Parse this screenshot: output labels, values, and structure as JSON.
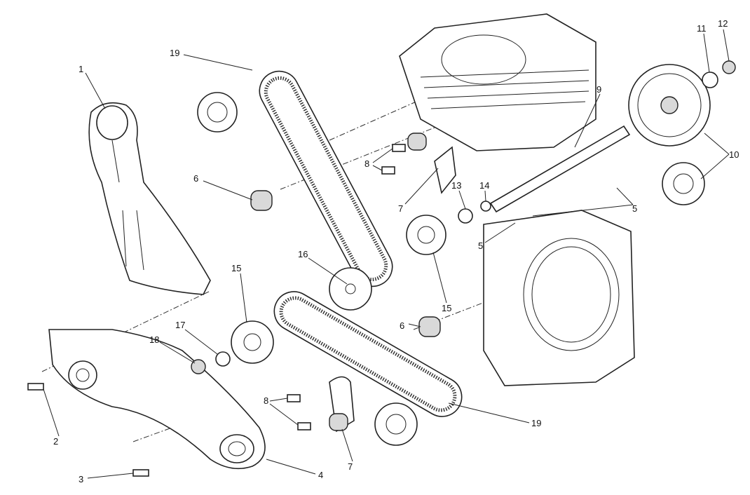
{
  "diagram": {
    "type": "exploded-parts-view",
    "callouts": {
      "c1": "1",
      "c19a": "19",
      "c6a": "6",
      "c8a": "8",
      "c7a": "7",
      "c13": "13",
      "c14": "14",
      "c9": "9",
      "c11": "11",
      "c12": "12",
      "c10": "10",
      "c5a": "5",
      "c5b": "5",
      "c16": "16",
      "c15a": "15",
      "c15b": "15",
      "c6b": "6",
      "c17": "17",
      "c18": "18",
      "c2": "2",
      "c8b": "8",
      "c7b": "7",
      "c19b": "19",
      "c3": "3",
      "c4": "4"
    }
  }
}
